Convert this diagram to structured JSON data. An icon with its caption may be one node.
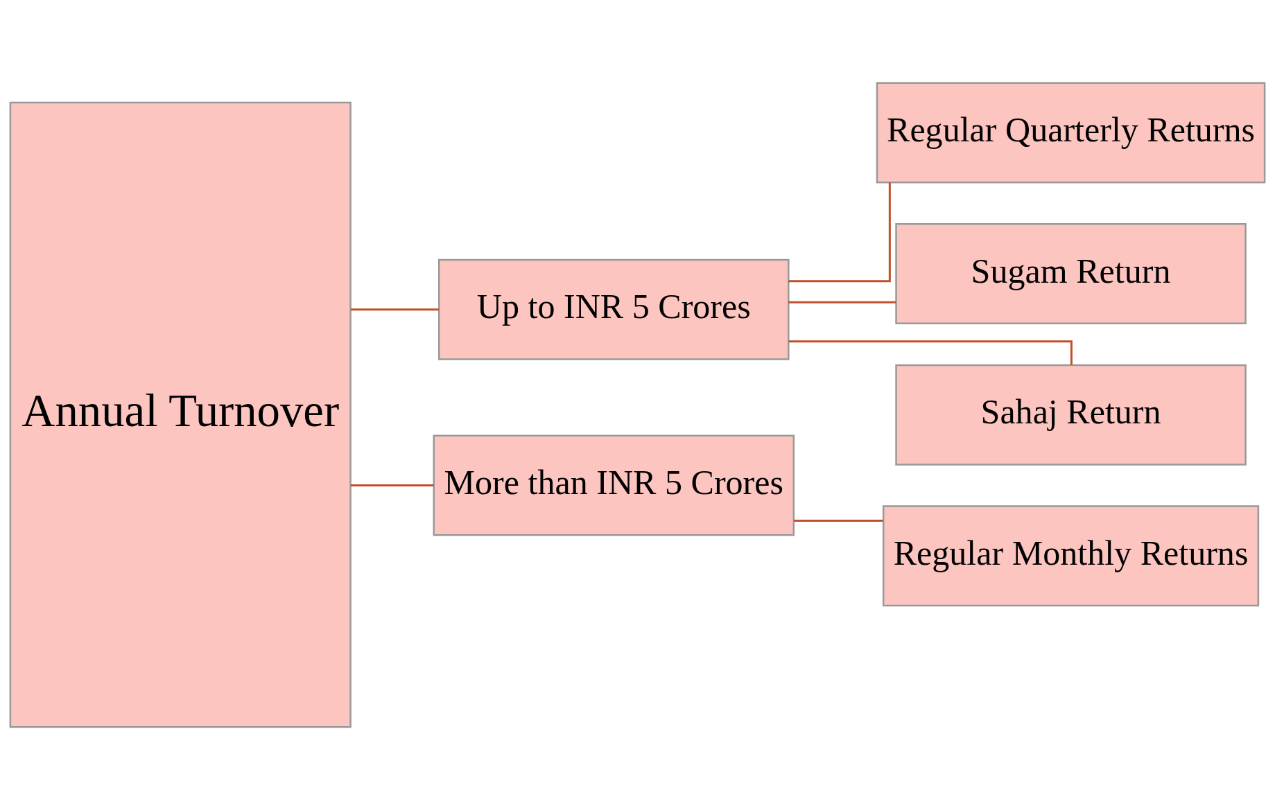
{
  "diagram": {
    "nodes": [
      {
        "text": [
          "Annual Turnover"
        ]
      },
      {
        "text": [
          "Up to INR 5 Crores"
        ]
      },
      {
        "text": [
          "More than INR 5 Crores"
        ]
      },
      {
        "text": [
          "Regular Quarterly Returns"
        ]
      },
      {
        "text": [
          "Sugam Return"
        ]
      },
      {
        "text": [
          "Sahaj Return"
        ]
      },
      {
        "text": [
          "Regular Monthly Returns"
        ]
      }
    ],
    "edges": [
      {
        "from": 0,
        "to": 1,
        "arrow": "none"
      },
      {
        "from": 0,
        "to": 2,
        "arrow": "none"
      },
      {
        "from": 1,
        "to": 3,
        "arrow": "none"
      },
      {
        "from": 1,
        "to": 4,
        "arrow": "none"
      },
      {
        "from": 1,
        "to": 5,
        "arrow": "none"
      },
      {
        "from": 2,
        "to": 6,
        "arrow": "none"
      }
    ]
  }
}
